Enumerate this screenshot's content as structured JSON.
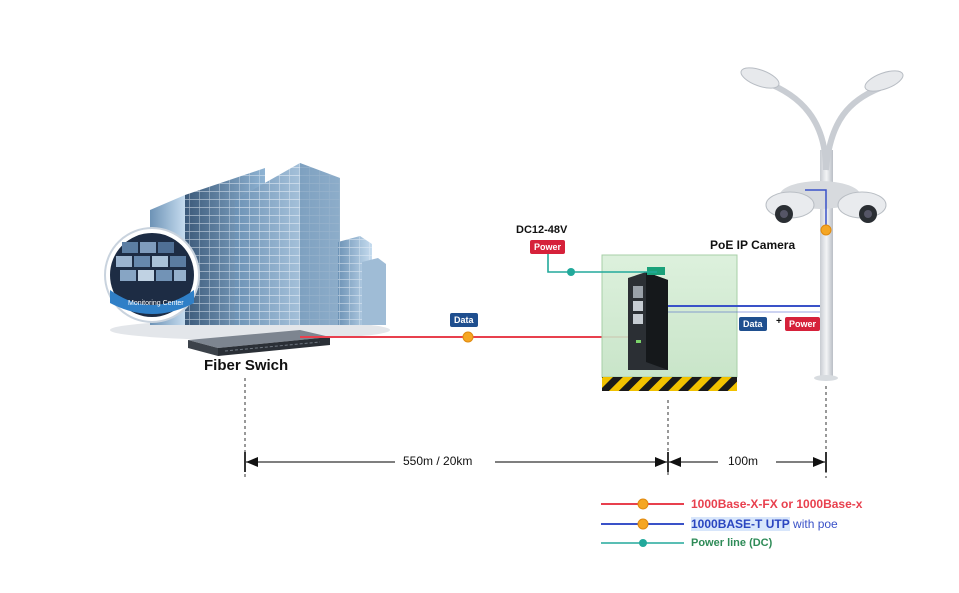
{
  "labels": {
    "fiber_switch": "Fiber Swich",
    "monitoring_center": "Monitoring Center",
    "poe_ip_camera": "PoE IP Camera",
    "dc_voltage": "DC12-48V",
    "power_tag": "Power",
    "data_tag": "Data",
    "data_tag_right": "Data",
    "plus": "+",
    "power_tag_right": "Power",
    "distance_fiber": "550m / 20km",
    "distance_copper": "100m"
  },
  "legend": {
    "fiber": "1000Base-X-FX or 1000Base-x",
    "copper_prefix": "1000BASE-T UTP",
    "copper_suffix": " with poe",
    "power": "Power line (DC)"
  },
  "colors": {
    "fiber_line": "#e8404e",
    "copper_line": "#3a52c8",
    "power_line": "#22a99b",
    "node_orange": "#f5a623",
    "data_tag_bg": "#1f4f8f",
    "power_tag_bg": "#d6213a",
    "legend_green": "#2e8b57"
  }
}
